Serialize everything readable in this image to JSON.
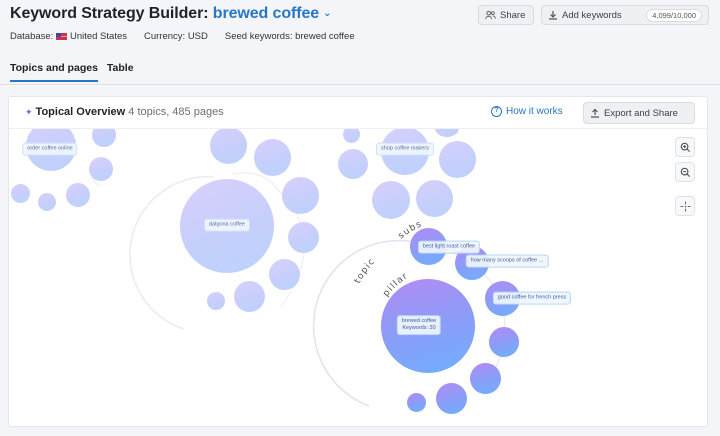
{
  "header": {
    "title_prefix": "Keyword Strategy Builder:",
    "title_keyword": "brewed coffee",
    "chevron": "⌄",
    "database_label": "Database:",
    "database_value": "United States",
    "currency": "Currency: USD",
    "seed_keywords": "Seed keywords: brewed coffee",
    "share_label": "Share",
    "add_keywords_label": "Add keywords",
    "keyword_count": "4,099/10,000"
  },
  "tabs": [
    {
      "label": "Topics and pages",
      "active": true
    },
    {
      "label": "Table",
      "active": false
    }
  ],
  "panel": {
    "title": "Topical Overview",
    "subtitle": "4 topics, 485 pages",
    "how_it_works": "How it works",
    "export_label": "Export and Share"
  },
  "diagram": {
    "ring_labels": {
      "subs": "subs",
      "topic": "topic",
      "pillar": "pillar"
    },
    "topics": [
      {
        "name": "order coffee online"
      },
      {
        "name": "dalgona coffee"
      },
      {
        "name": "shop coffee makers"
      },
      {
        "name": "brewed coffee",
        "keywords": "Keywords: 30"
      }
    ],
    "subtopics": [
      "best light roast coffee",
      "how many scoops of coffee ...",
      "good coffee for french press"
    ]
  },
  "zoom_controls": {
    "zoom_in": "zoom-in",
    "zoom_out": "zoom-out",
    "recenter": "recenter"
  },
  "colors": {
    "accent": "#2a76c6",
    "bubble_active_top": "#b48af5",
    "bubble_active_bottom": "#6fb0fd",
    "bubble_inactive": "#c9d0fc"
  }
}
